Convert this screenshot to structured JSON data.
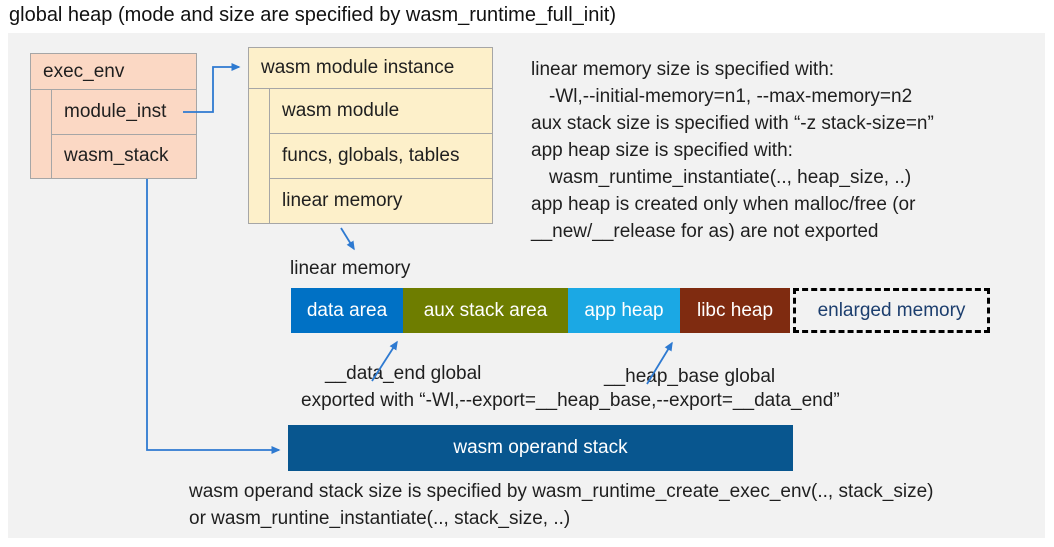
{
  "title": "global heap (mode and size are specified by wasm_runtime_full_init)",
  "exec_env": {
    "header": "exec_env",
    "rows": [
      "module_inst",
      "wasm_stack"
    ]
  },
  "module_instance": {
    "header": "wasm module instance",
    "rows": [
      "wasm module",
      "funcs, globals, tables",
      "linear memory"
    ]
  },
  "notes_right": {
    "lines": [
      "linear memory size is specified with:",
      "-Wl,--initial-memory=n1, --max-memory=n2",
      "aux stack size is specified with “-z stack-size=n”",
      "app heap size is specified with:",
      "wasm_runtime_instantiate(.., heap_size, ..)",
      "app heap is created only when malloc/free (or",
      "__new/__release for as) are not exported"
    ]
  },
  "linear_memory": {
    "label": "linear memory",
    "segments": [
      {
        "label": "data area",
        "color": "#0071c5",
        "width": 112
      },
      {
        "label": "aux stack area",
        "color": "#6e7d00",
        "width": 165
      },
      {
        "label": "app heap",
        "color": "#1ba8e4",
        "width": 112
      },
      {
        "label": "libc heap",
        "color": "#7f2b10",
        "width": 110
      }
    ],
    "enlarged": {
      "label": "enlarged memory",
      "text_color": "#1c3e6e"
    }
  },
  "annotations": {
    "data_end": "__data_end global",
    "heap_base": "__heap_base global",
    "exported": "exported with “-Wl,--export=__heap_base,--export=__data_end”"
  },
  "operand_stack": {
    "label": "wasm operand stack",
    "color": "#08568f"
  },
  "notes_bottom": {
    "lines": [
      "wasm operand stack size is specified by wasm_runtime_create_exec_env(.., stack_size)",
      "or wasm_runtine_instantiate(.., stack_size, ..)"
    ]
  },
  "colors": {
    "panel_bg": "#f2f2f2",
    "exec_env_fill": "#fbd8c4",
    "instance_fill": "#fdf0ca",
    "border_gray": "#a6a6a6",
    "arrow_blue": "#2e7ad1"
  }
}
